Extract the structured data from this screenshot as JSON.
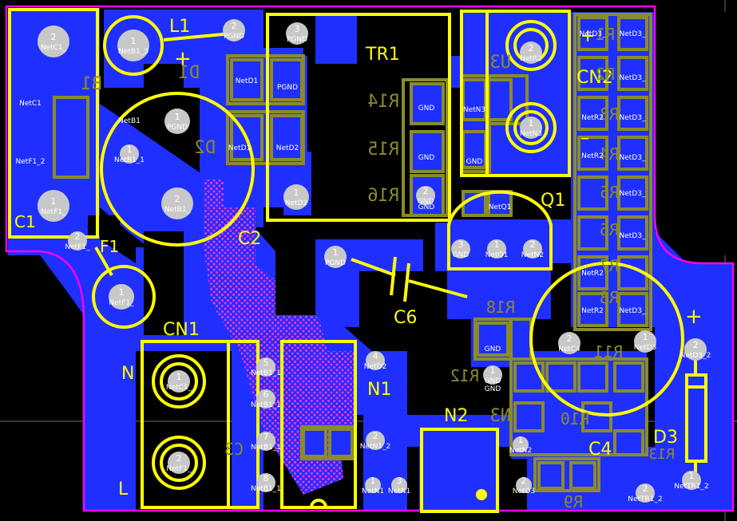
{
  "colors": {
    "background": "#000000",
    "copper": "#1f2fff",
    "silk": "#ffff00",
    "silk_bottom": "#8b8b2a",
    "board_outline": "#ff00ff",
    "pad": "#c8c8c8",
    "hatch": "#ff33cc"
  },
  "silk_top": {
    "l1": "L1",
    "d1": "D1",
    "d2": "D2",
    "b1": "B1",
    "c1": "C1",
    "c2": "C2",
    "f1": "F1",
    "tr1": "TR1",
    "cn2": "CN2",
    "q1": "Q1",
    "c6": "C6",
    "cn1": "CN1",
    "n": "N",
    "l": "L",
    "n1": "N1",
    "n2": "N2",
    "n3": "N3",
    "c4": "C4",
    "d3": "D3",
    "plus1": "+",
    "plus2": "+",
    "plus3": "+",
    "minus": "–"
  },
  "silk_bottom": {
    "r1": "R1",
    "r2": "R2",
    "r3": "R3",
    "r4": "R4",
    "r5": "R5",
    "r6": "R6",
    "r7": "R7",
    "r8": "R8",
    "r9": "R9",
    "r10": "R10",
    "r11": "R11",
    "r12": "R12",
    "r13": "R13",
    "r14": "R14",
    "r15": "R15",
    "r16": "R16",
    "r18": "R18",
    "c3": "C3",
    "u3": "U3"
  },
  "pads": [
    {
      "num": "2",
      "net": "NetC1_"
    },
    {
      "num": "1",
      "net": "NetB1_3"
    },
    {
      "num": "2",
      "net": "PGND"
    },
    {
      "num": "3",
      "net": "PGND"
    },
    {
      "num": "1",
      "net": "PGND"
    },
    {
      "num": "1",
      "net": "NetB1_1"
    },
    {
      "num": "2",
      "net": "NetB1_"
    },
    {
      "num": "1",
      "net": "NetF1_"
    },
    {
      "num": "2",
      "net": "NetF1_"
    },
    {
      "num": "1",
      "net": "NetF1_"
    },
    {
      "num": "1",
      "net": "NetD2"
    },
    {
      "num": "1",
      "net": "PGND"
    },
    {
      "num": "2",
      "net": "GND"
    },
    {
      "num": "2",
      "net": "NetR2"
    },
    {
      "num": "1",
      "net": "NetN3"
    },
    {
      "num": "3",
      "net": "GND"
    },
    {
      "num": "1",
      "net": "NetQ1"
    },
    {
      "num": "2",
      "net": "NetN2"
    },
    {
      "num": "2",
      "net": "NetC4"
    },
    {
      "num": "1",
      "net": "NetD3"
    },
    {
      "num": "2",
      "net": "NetD3_2"
    },
    {
      "num": "1",
      "net": "NetC1_"
    },
    {
      "num": "2",
      "net": "NetF1_"
    },
    {
      "num": "5",
      "net": "NetB1_1"
    },
    {
      "num": "6",
      "net": "NetB1_1"
    },
    {
      "num": "7",
      "net": "NetB1_1"
    },
    {
      "num": "8",
      "net": "NetB1_1"
    },
    {
      "num": "4",
      "net": "NetD2"
    },
    {
      "num": "2",
      "net": "NetN1_2"
    },
    {
      "num": "1",
      "net": "NetN1"
    },
    {
      "num": "3",
      "net": "NetN1"
    },
    {
      "num": "1",
      "net": "GND"
    },
    {
      "num": "1",
      "net": "NetN2"
    },
    {
      "num": "2",
      "net": "NetD3"
    },
    {
      "num": "2",
      "net": "NetTR1_2"
    },
    {
      "num": "1",
      "net": "NetTR1_2"
    }
  ],
  "smd_labels": {
    "d1_a": "NetD1",
    "d1_b": "PGND",
    "d2_a": "NetD1",
    "d2_b": "NetD2",
    "r14": "GND",
    "r15": "GND",
    "r16": "GND",
    "gnd_a": "GND",
    "gnd_b": "GND",
    "gnd_c": "GND",
    "gnd_d": "GND",
    "b1_a": "NetC1",
    "b1_b": "NetF1_2",
    "b1_c": "NetB1",
    "r_col": [
      "NetD3_",
      "NetD3_",
      "NetD3_",
      "NetD3_",
      "NetD3_",
      "NetD3_",
      "NetD3_",
      "NetD3_"
    ],
    "r_col2": [
      "NetR2",
      "NetR2",
      "NetR2",
      "NetR2"
    ],
    "n3_a": "NetN3",
    "n3_b": "GND",
    "n3_c": "NetQ1",
    "n3_d": "NetR2"
  }
}
